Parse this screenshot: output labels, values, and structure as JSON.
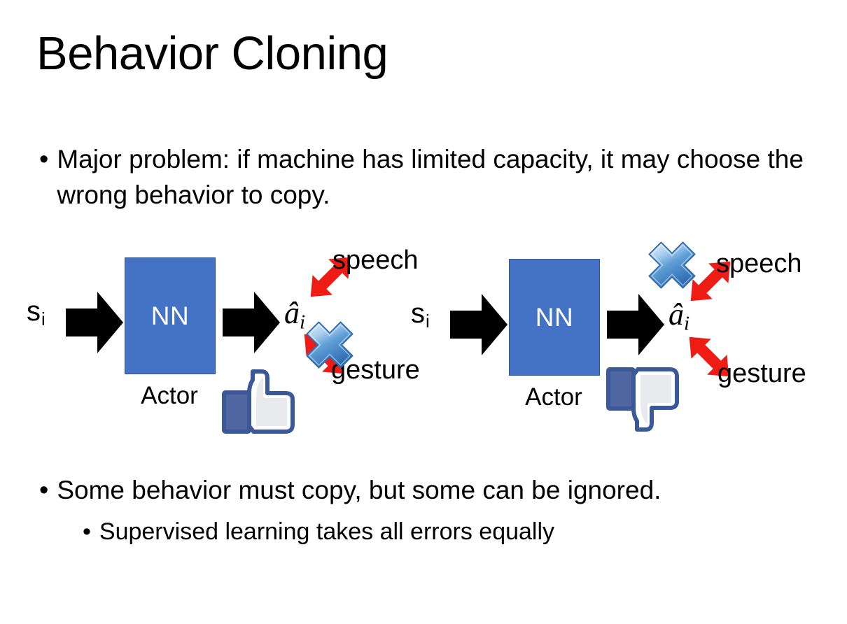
{
  "slide": {
    "title": "Behavior Cloning",
    "background_color": "#ffffff"
  },
  "bullets": {
    "top": "Major problem: if machine has limited capacity, it may choose the wrong behavior to copy.",
    "bottom_1": "Some behavior must copy, but some can be ignored.",
    "bottom_2": "Supervised learning takes all errors equally",
    "marker": "•"
  },
  "colors": {
    "nn_box_fill": "#4472c4",
    "nn_box_stroke": "#2f5597",
    "arrow_black": "#000000",
    "arrow_red": "#ee1c15",
    "cross_blue_light": "#cfe2f7",
    "cross_blue_mid": "#6ea8dc",
    "cross_blue_dark": "#2e6cb0",
    "thumb_outline": "#3b5998",
    "thumb_cuff": "#4f66a0",
    "thumb_fill": "#ffffff",
    "thumb_shadow": "#e4e6ea"
  },
  "diagrams": [
    {
      "id": "left",
      "state_label": "s",
      "state_subscript": "i",
      "nn_label": "NN",
      "actor_label": "Actor",
      "action_label": "â",
      "action_subscript": "i",
      "branches": [
        {
          "name": "speech",
          "label": "speech",
          "crossed": false
        },
        {
          "name": "gesture",
          "label": "gesture",
          "crossed": true
        }
      ],
      "feedback_icon": "thumbs-up-icon",
      "feedback_sentiment": "positive"
    },
    {
      "id": "right",
      "state_label": "s",
      "state_subscript": "i",
      "nn_label": "NN",
      "actor_label": "Actor",
      "action_label": "â",
      "action_subscript": "i",
      "branches": [
        {
          "name": "speech",
          "label": "speech",
          "crossed": true
        },
        {
          "name": "gesture",
          "label": "gesture",
          "crossed": false
        }
      ],
      "feedback_icon": "thumbs-down-icon",
      "feedback_sentiment": "negative"
    }
  ]
}
